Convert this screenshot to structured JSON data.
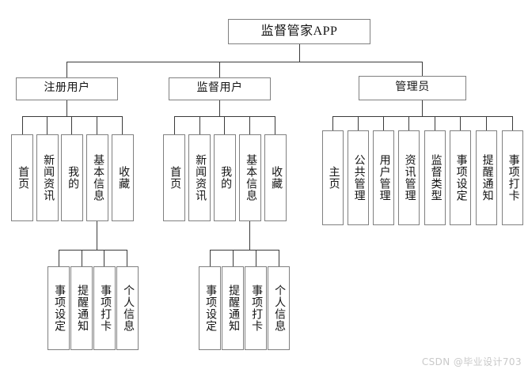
{
  "diagram": {
    "type": "org-chart",
    "title": "监督管家APP",
    "watermark": "CSDN @毕业设计703",
    "colors": {
      "box_border": "#808080",
      "line": "#3b3b3b",
      "text": "#141414",
      "background": "#ffffff",
      "watermark": "#c9c9c9"
    },
    "root": {
      "label": "监督管家APP"
    },
    "branches": [
      {
        "label": "注册用户",
        "children": [
          {
            "label": "首页"
          },
          {
            "label": "新闻资讯"
          },
          {
            "label": "我的"
          },
          {
            "label": "基本信息"
          },
          {
            "label": "收藏"
          }
        ],
        "grandchildren_parent": "基本信息",
        "grandchildren": [
          {
            "label": "事项设定"
          },
          {
            "label": "提醒通知"
          },
          {
            "label": "事项打卡"
          },
          {
            "label": "个人信息"
          }
        ]
      },
      {
        "label": "监督用户",
        "children": [
          {
            "label": "首页"
          },
          {
            "label": "新闻资讯"
          },
          {
            "label": "我的"
          },
          {
            "label": "基本信息"
          },
          {
            "label": "收藏"
          }
        ],
        "grandchildren_parent": "基本信息",
        "grandchildren": [
          {
            "label": "事项设定"
          },
          {
            "label": "提醒通知"
          },
          {
            "label": "事项打卡"
          },
          {
            "label": "个人信息"
          }
        ]
      },
      {
        "label": "管理员",
        "children": [
          {
            "label": "主页"
          },
          {
            "label": "公共管理"
          },
          {
            "label": "用户管理"
          },
          {
            "label": "资讯管理"
          },
          {
            "label": "监督类型"
          },
          {
            "label": "事项设定"
          },
          {
            "label": "提醒通知"
          },
          {
            "label": "事项打卡"
          }
        ],
        "grandchildren": []
      }
    ]
  }
}
